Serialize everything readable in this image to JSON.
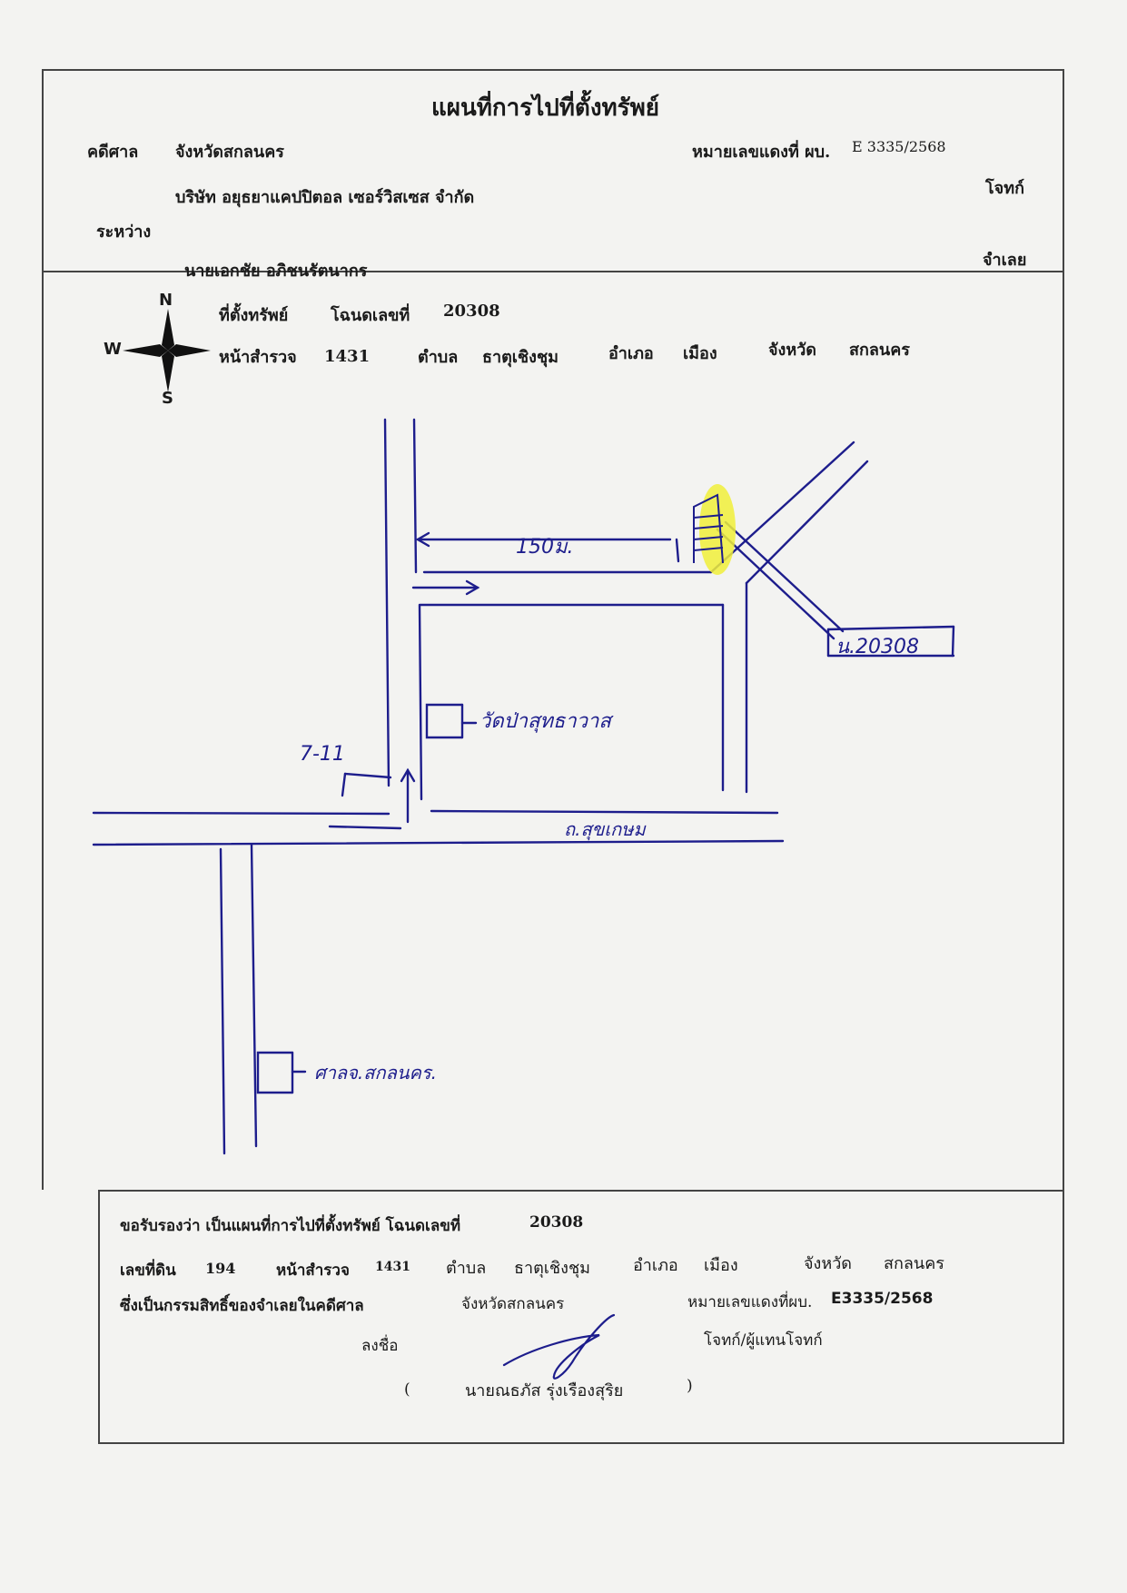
{
  "title": "แผนที่การไปที่ตั้งทรัพย์",
  "header": {
    "court_label": "คดีศาล",
    "court_name": "จังหวัดสกลนคร",
    "case_no_label": "หมายเลขแดงที่ ผบ.",
    "case_no": "E 3335/2568",
    "between_label": "ระหว่าง",
    "plaintiff": "บริษัท อยุธยาแคปปิตอล เซอร์วิสเซส จำกัด",
    "plaintiff_role": "โจทก์",
    "defendant": "นายเอกชัย อภิชนรัตนากร",
    "defendant_role": "จำเลย"
  },
  "location": {
    "site_label": "ที่ตั้งทรัพย์",
    "deed_label": "โฉนดเลขที่",
    "deed_no": "20308",
    "survey_label": "หน้าสำรวจ",
    "survey_no": "1431",
    "subdistrict_label": "ตำบล",
    "subdistrict": "ธาตุเชิงชุม",
    "district_label": "อำเภอ",
    "district": "เมือง",
    "province_label": "จังหวัด",
    "province": "สกลนคร"
  },
  "compass": {
    "n": "N",
    "s": "S",
    "w": "W"
  },
  "map_labels": {
    "distance": "150ม.",
    "deed_tag": "น.20308",
    "temple": "วัดป่าสุทธาวาส",
    "seven_eleven": "7-11",
    "road": "ถ.สุขเกษม",
    "office": "ศาลจ.สกลนคร."
  },
  "certification": {
    "line1": "ขอรับรองว่า เป็นแผนที่การไปที่ตั้งทรัพย์ โฉนดเลขที่",
    "deed_no": "20308",
    "land_no_label": "เลขที่ดิน",
    "land_no": "194",
    "survey_label": "หน้าสำรวจ",
    "survey_no": "1431",
    "subdistrict_label": "ตำบล",
    "subdistrict": "ธาตุเชิงชุม",
    "district_label": "อำเภอ",
    "district": "เมือง",
    "province_label": "จังหวัด",
    "province": "สกลนคร",
    "ownership_text": "ซึ่งเป็นกรรมสิทธิ์ของจำเลยในคดีศาล",
    "court_name": "จังหวัดสกลนคร",
    "case_label": "หมายเลขแดงที่ผบ.",
    "case_no": "E3335/2568",
    "sign_label": "ลงชื่อ",
    "signer_role": "โจทก์/ผู้แทนโจทก์",
    "paren_open": "(",
    "signer_name": "นายณธภัส รุ่งเรืองสุริย",
    "paren_close": ")"
  },
  "colors": {
    "ink": "#1d1d8c",
    "highlight": "#f0ef3a",
    "border": "#444444"
  }
}
